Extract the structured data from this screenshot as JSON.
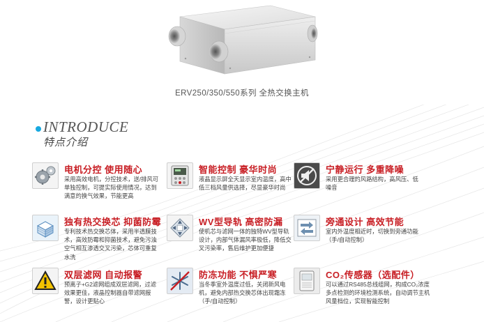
{
  "product_caption": "ERV250/350/550系列 全热交换主机",
  "intro": {
    "title": "INTRODUCE",
    "subtitle": "特点介绍"
  },
  "features": [
    {
      "icon": "motor-gear-icon",
      "title": "电机分控  使用随心",
      "desc": "采用高效电机，分控技术，送/排风可单独控制，可提实际使用情况，达到满意的换气效果，节能更高"
    },
    {
      "icon": "control-panel-icon",
      "title": "智能控制  豪华时尚",
      "desc": "液晶显示屏全天显示室内温度，高中低三档风量供选择，尽显豪华时尚"
    },
    {
      "icon": "mute-sound-icon",
      "title": "宁静运行  多重降噪",
      "desc": "采用更合理的风路结构，高风压、低噪音"
    },
    {
      "icon": "heat-exchanger-core-icon",
      "title": "独有热交换芯  抑菌防霉",
      "desc": "专利技术热交换芯体，采用半透膜技术，高效防霉和抑菌技术，避免污浊空气相互渗透交叉污染，芯体可重复水洗"
    },
    {
      "icon": "airflow-guide-icon",
      "title": "WV型导轨  高密防漏",
      "desc": "使机芯与滤网一体的独特WV型导轨设计，内部气体漏风率极低，降低交叉污染率，售后维护更加便捷"
    },
    {
      "icon": "bypass-arrows-icon",
      "title": "旁通设计  高效节能",
      "desc": "室内外温度相近时，切换到旁通功能（手/自动控制）"
    },
    {
      "icon": "warning-filter-icon",
      "title": "双层滤网  自动报警",
      "desc": "预离子+G2滤网组成双层滤网，过滤效果更佳，液晶控制器自带滤网报警，设计更贴心"
    },
    {
      "icon": "anti-freeze-icon",
      "title": "防冻功能  不惧严寒",
      "desc": "当冬季室外温度过低，关闭新风电机，避免内部热交换芯体出现霜冻（手/自动控制）"
    },
    {
      "icon": "co2-sensor-icon",
      "title": "CO₂传感器（选配件）",
      "desc": "可以通过RS485总线组网，构成CO₂浓度多点检测的环境检测系统，自动调节主机风量档位，实现智能控制"
    }
  ],
  "colors": {
    "accent_red": "#c81e24",
    "accent_blue": "#18a9e0",
    "text": "#444444"
  }
}
